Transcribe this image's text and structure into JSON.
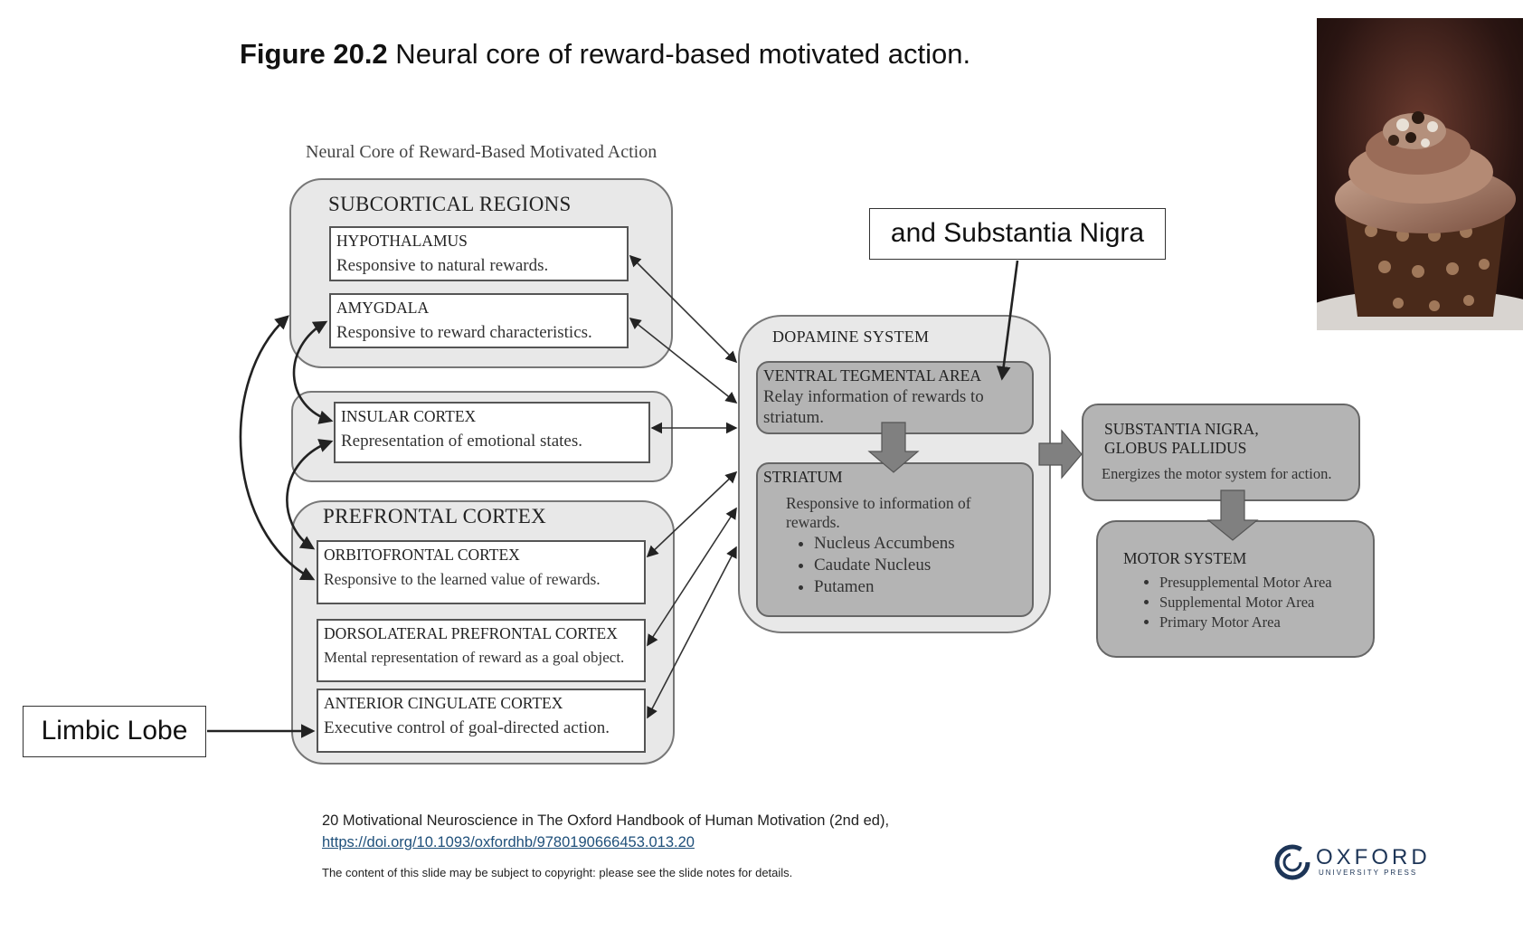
{
  "slide": {
    "figure_label": "Figure 20.2",
    "figure_caption": " Neural core of reward-based motivated action."
  },
  "diagram": {
    "title": "Neural Core of Reward-Based Motivated Action",
    "subcortical": {
      "title": "SUBCORTICAL REGIONS",
      "hypothalamus": {
        "head": "HYPOTHALAMUS",
        "desc": "Responsive to natural rewards."
      },
      "amygdala": {
        "head": "AMYGDALA",
        "desc": "Responsive to reward characteristics."
      }
    },
    "insular": {
      "head": "INSULAR CORTEX",
      "desc": "Representation of emotional states."
    },
    "prefrontal": {
      "title": "PREFRONTAL CORTEX",
      "orbitofrontal": {
        "head": "ORBITOFRONTAL CORTEX",
        "desc": "Responsive to the learned value of rewards."
      },
      "dorsolateral": {
        "head": "DORSOLATERAL PREFRONTAL CORTEX",
        "desc": "Mental representation of reward as a goal object."
      },
      "anterior_cingulate": {
        "head": "ANTERIOR CINGULATE CORTEX",
        "desc": "Executive control of goal-directed action."
      }
    },
    "dopamine": {
      "title": "DOPAMINE SYSTEM",
      "vta": {
        "head": "VENTRAL TEGMENTAL AREA",
        "desc": "Relay information of rewards to striatum."
      },
      "striatum": {
        "head": "STRIATUM",
        "desc": "Responsive to information of rewards.",
        "items": [
          "Nucleus Accumbens",
          "Caudate Nucleus",
          "Putamen"
        ]
      }
    },
    "substantia": {
      "head1": "SUBSTANTIA NIGRA,",
      "head2": "GLOBUS PALLIDUS",
      "desc": "Energizes the motor system for action."
    },
    "motor": {
      "head": "MOTOR SYSTEM",
      "items": [
        "Presupplemental Motor Area",
        "Supplemental Motor Area",
        "Primary Motor Area"
      ]
    }
  },
  "callouts": {
    "substantia_nigra": "and Substantia Nigra",
    "limbic_lobe": "Limbic Lobe"
  },
  "footer": {
    "citation": "20 Motivational Neuroscience in The Oxford Handbook of Human Motivation (2nd ed),",
    "doi": "https://doi.org/10.1093/oxfordhb/9780190666453.013.20",
    "copyright": "The content of this slide may be subject to copyright: please see the slide notes for details."
  },
  "logo": {
    "name": "OXFORD",
    "sub": "UNIVERSITY PRESS"
  },
  "colors": {
    "box_gray": "#b4b4b4",
    "group_light": "#e8e8e8",
    "link_blue": "#1e4f7a"
  }
}
